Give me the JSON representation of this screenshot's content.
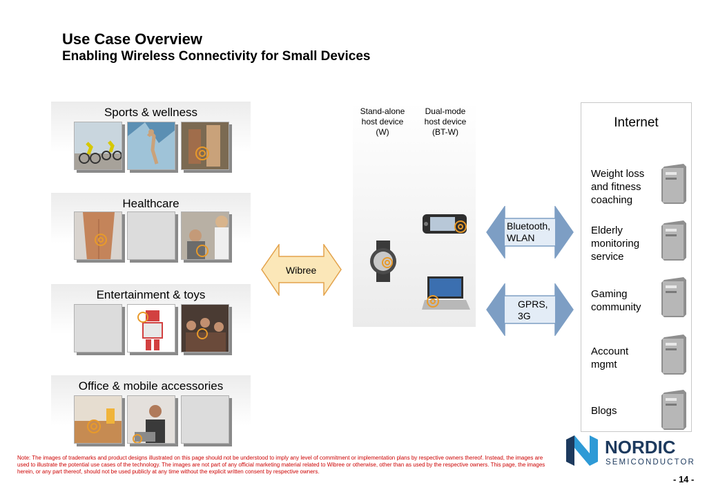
{
  "header": {
    "title": "Use Case Overview",
    "subtitle": "Enabling Wireless Connectivity for Small Devices"
  },
  "categories": [
    {
      "label": "Sports & wellness"
    },
    {
      "label": "Healthcare"
    },
    {
      "label": "Entertainment & toys"
    },
    {
      "label": "Office & mobile accessories"
    }
  ],
  "hosts": {
    "standalone": "Stand-alone host device (W)",
    "dualmode": "Dual-mode host device (BT-W)"
  },
  "arrows": {
    "wibree": "Wibree",
    "bluetooth": "Bluetooth, WLAN",
    "gprs": "GPRS, 3G"
  },
  "internet": {
    "label": "Internet",
    "services": [
      "Weight loss and fitness coaching",
      "Elderly monitoring service",
      "Gaming community",
      "Account mgmt",
      "Blogs"
    ]
  },
  "footer": {
    "note": "Note: The images of trademarks and product designs illustrated on this page should not be understood to imply any level of commitment or implementation plans by respective owners thereof. Instead, the images are used to illustrate the potential use cases of the technology. The images are not part of any official marketing material related to Wibree or otherwise, other than as used by the respective owners. This page, the images herein, or any part thereof, should not be used publicly at any time without the explicit written consent by respective owners.",
    "page_number": "- 14 -"
  },
  "logo": {
    "brand": "NORDIC",
    "tagline": "SEMICONDUCTOR"
  },
  "colors": {
    "arrow_fill": "#7d9ec4",
    "arrow_light": "#e3ecf6",
    "wibree_fill": "#fbe7b8",
    "wibree_stroke": "#e3a24a",
    "wireless_badge": "#e89a2a",
    "logo_blue": "#2e9ad6",
    "logo_navy": "#1d3a5e",
    "note_red": "#cc0000"
  }
}
